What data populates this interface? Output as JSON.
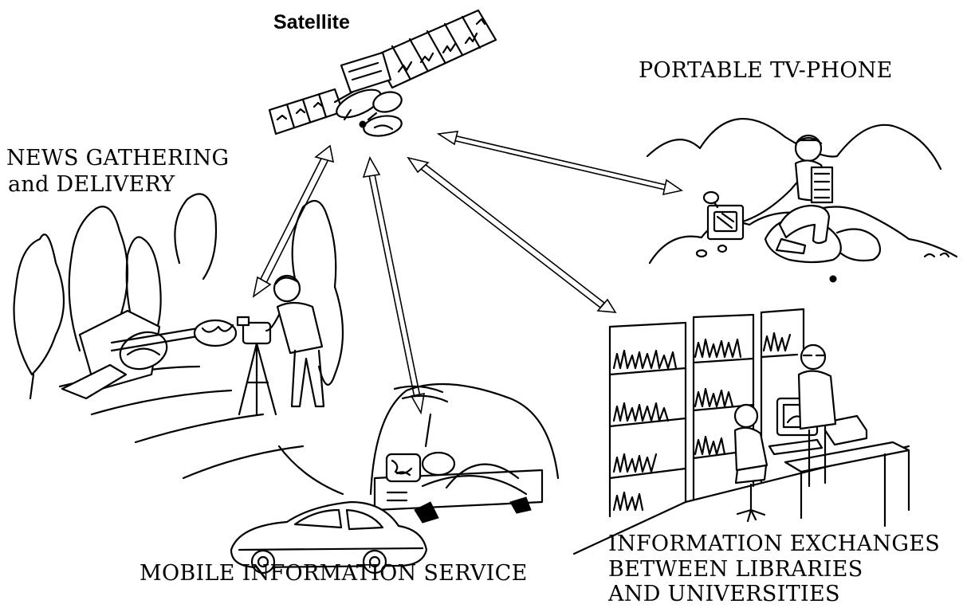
{
  "labels": {
    "satellite": "Satellite",
    "portable": "PORTABLE TV-PHONE",
    "news_line1": "NEWS GATHERING",
    "news_line2": "and DELIVERY",
    "mobile": "MOBILE INFORMATION SERVICE",
    "info_line1": "INFORMATION EXCHANGES",
    "info_line2": "BETWEEN LIBRARIES",
    "info_line3": "AND UNIVERSITIES"
  },
  "colors": {
    "ink": "#000000",
    "paper": "#ffffff"
  },
  "icons": [
    "satellite-icon",
    "camera-operator-icon",
    "car-icon",
    "dashboard-icon",
    "hiker-icon",
    "library-icon"
  ]
}
